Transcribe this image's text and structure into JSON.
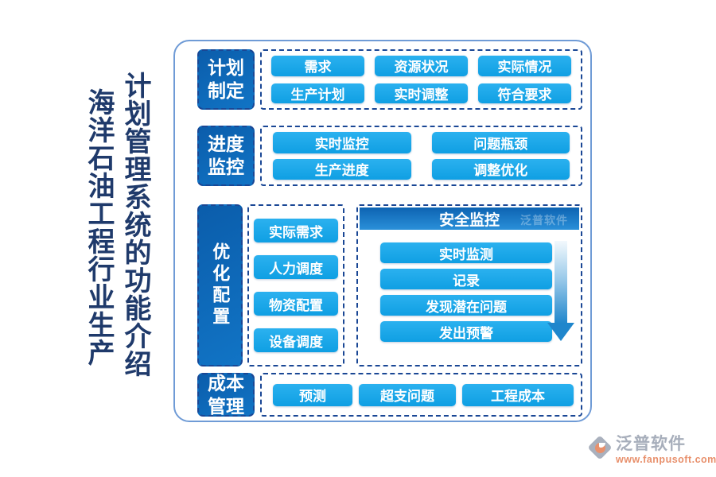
{
  "titles": {
    "primary": "计划管理系统的功能介绍",
    "secondary": "海洋石油工程行业生产"
  },
  "sections": {
    "plan": {
      "header": "计划制定",
      "items": [
        "需求",
        "资源状况",
        "实际情况",
        "生产计划",
        "实时调整",
        "符合要求"
      ]
    },
    "progress": {
      "header": "进度监控",
      "items": [
        "实时监控",
        "问题瓶颈",
        "生产进度",
        "调整优化"
      ]
    },
    "optimize": {
      "header": "优化配置",
      "items": [
        "实际需求",
        "人力调度",
        "物资配置",
        "设备调度"
      ]
    },
    "safety": {
      "title": "安全监控",
      "items": [
        "实时监测",
        "记录",
        "发现潜在问题",
        "发出预警"
      ]
    },
    "cost": {
      "header": "成本管理",
      "items": [
        "预测",
        "超支问题",
        "工程成本"
      ]
    }
  },
  "watermark": {
    "text": "泛普软件"
  },
  "footer": {
    "brand": "泛普软件",
    "url": "www.fanpusoft.com"
  },
  "colors": {
    "node_blue": "#14a3e6",
    "header_blue_dark": "#0b5dab",
    "header_blue_light": "#1174c5",
    "dashed_border": "#1a4795",
    "outer_border": "#6f9bd6",
    "title_navy": "#1f3a6b",
    "brand_gray": "#a7aebb",
    "url_orange": "#e8906c"
  }
}
